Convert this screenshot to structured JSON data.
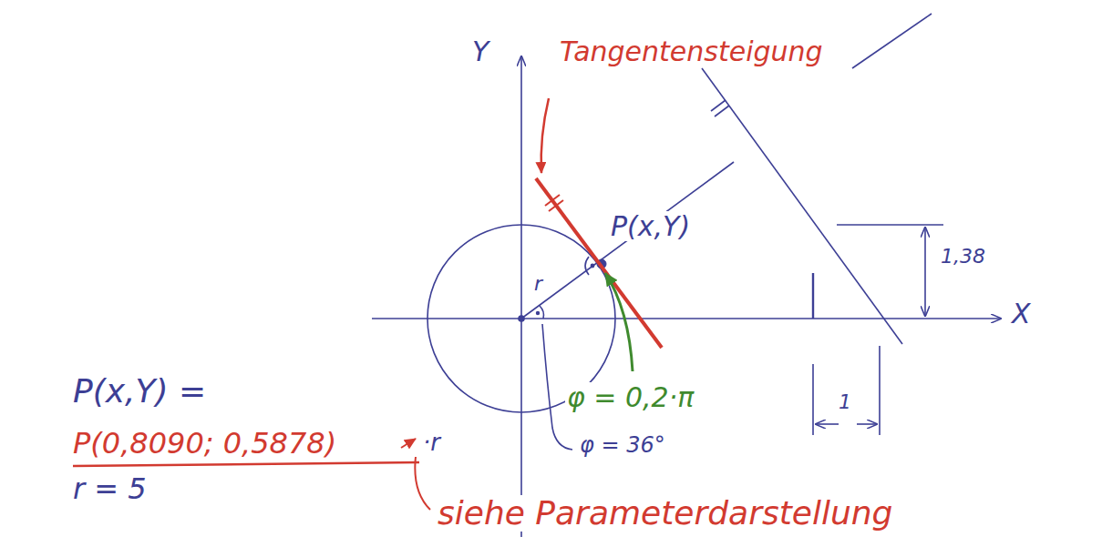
{
  "diagram": {
    "labels": [
      "Y",
      "Tangentensteigung",
      "P(x,Y)",
      "r",
      "1,38",
      "X",
      "φ = 0,2·π",
      "φ = 36°",
      "1",
      "P(x,Y) =",
      "P(0,8090; 0,5878)",
      "·r",
      "r = 5",
      "siehe Parameterdarstellung"
    ]
  }
}
